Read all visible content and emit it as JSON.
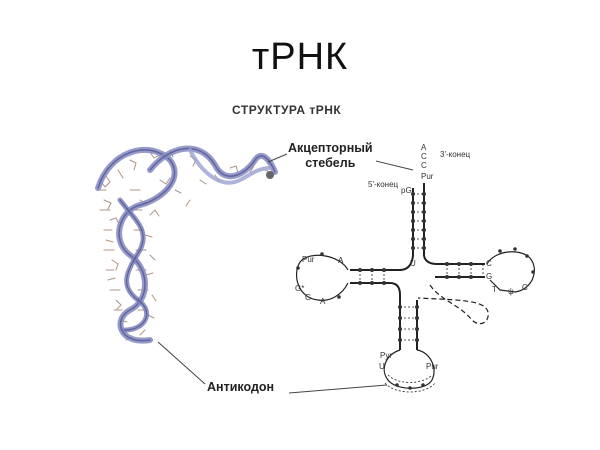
{
  "slide": {
    "title": "тРНК",
    "subtitle": "СТРУКТУРА тРНК"
  },
  "labels": {
    "acceptor_line1": "Акцепторный",
    "acceptor_line2": "стебель",
    "anticodon": "Антикодон",
    "three_prime": "3'-конец",
    "five_prime": "5'-конец"
  },
  "nucleotides": {
    "acceptor_end": [
      "A",
      "C",
      "C",
      "Pur"
    ],
    "five_prime_base": "pG",
    "junction_u": "U",
    "d_loop": [
      "Pur",
      "A",
      "G*",
      "G",
      "A"
    ],
    "t_loop": [
      "C",
      "G",
      "T",
      "ψ",
      "C"
    ],
    "anticodon_loop": [
      "Pyr",
      "U",
      "Pur"
    ]
  },
  "colors": {
    "ribbon": "#8a8fc4",
    "ribbon_dark": "#4a4f86",
    "atoms": "#9c7a66",
    "line": "#333333"
  }
}
